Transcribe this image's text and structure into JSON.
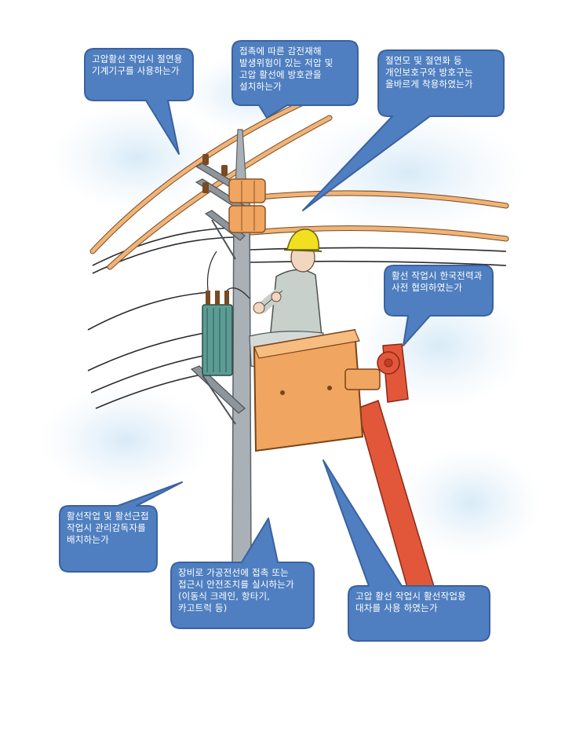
{
  "callouts": {
    "c1": "고압활선 작업시 절연용 기계기구를 사용하는가",
    "c2": "접촉에 따른 감전재해 발생위험이 있는 저압 및 고압 활선에 방호관을 설치하는가",
    "c3": "절연모 및 절연화 등 개인보호구와 방호구는 올바르게 착용하였는가",
    "c4": "활선 작업시 한국전력과 사전 협의하였는가",
    "c5": "활선작업 및 활선근접 작업시 관리감독자를 배치하는가",
    "c6": "장비로 가공전선에 접촉 또는 접근시 안전조치를 실시하는가 (이동식 크레인, 항타기, 카고트럭 등)",
    "c7": "고압 활선 작업시 활선작업용 대차를 사용 하였는가"
  },
  "colors": {
    "callout_fill": "#4f7fc0",
    "callout_stroke": "#3a62a0",
    "bucket": "#f0a560",
    "boom": "#e2563a",
    "pole": "#a9b0b6",
    "transformer": "#5c9c94",
    "helmet": "#f0e020",
    "worker": "#c8d0cc",
    "wire_orange": "#f0b478",
    "sky": "#dfeef8"
  }
}
